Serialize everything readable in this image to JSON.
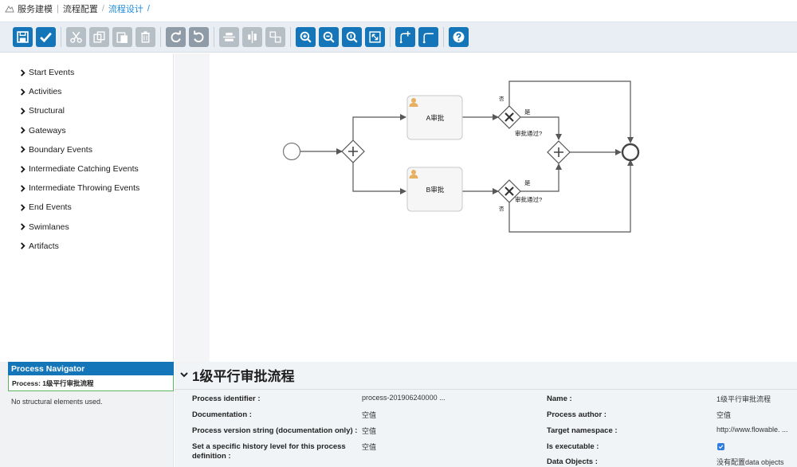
{
  "breadcrumb": {
    "items": [
      "服务建模",
      "流程配置",
      "流程设计"
    ]
  },
  "toolbar": {
    "groups": [
      [
        {
          "icon": "save-icon",
          "state": "primary"
        },
        {
          "icon": "check-icon",
          "state": "primary"
        }
      ],
      [
        {
          "icon": "cut-icon",
          "state": "disabled"
        },
        {
          "icon": "copy-icon",
          "state": "disabled"
        },
        {
          "icon": "paste-icon",
          "state": "disabled"
        },
        {
          "icon": "delete-icon",
          "state": "disabled"
        }
      ],
      [
        {
          "icon": "redo-icon",
          "state": "gray"
        },
        {
          "icon": "undo-icon",
          "state": "gray"
        }
      ],
      [
        {
          "icon": "align-horizontal-icon",
          "state": "disabled"
        },
        {
          "icon": "align-vertical-icon",
          "state": "disabled"
        },
        {
          "icon": "same-size-icon",
          "state": "disabled"
        }
      ],
      [
        {
          "icon": "zoom-in-icon",
          "state": "primary"
        },
        {
          "icon": "zoom-out-icon",
          "state": "primary"
        },
        {
          "icon": "zoom-actual-icon",
          "state": "primary"
        },
        {
          "icon": "zoom-fit-icon",
          "state": "primary"
        }
      ],
      [
        {
          "icon": "bend-add-icon",
          "state": "primary"
        },
        {
          "icon": "bend-remove-icon",
          "state": "primary"
        }
      ],
      [
        {
          "icon": "help-icon",
          "state": "primary"
        }
      ]
    ]
  },
  "palette": {
    "items": [
      "Start Events",
      "Activities",
      "Structural",
      "Gateways",
      "Boundary Events",
      "Intermediate Catching Events",
      "Intermediate Throwing Events",
      "End Events",
      "Swimlanes",
      "Artifacts"
    ]
  },
  "diagram": {
    "task_a": "A审批",
    "task_b": "B审批",
    "gateway_a_label": "审批通过?",
    "gateway_b_label": "审批通过?",
    "yes_label_a": "是",
    "yes_label_b": "是",
    "no_label_a": "否",
    "no_label_b": "否"
  },
  "navigator": {
    "header": "Process Navigator",
    "process": "Process: 1级平行审批流程",
    "empty": "No structural elements used."
  },
  "properties": {
    "title": "1级平行审批流程",
    "left": [
      {
        "label": "Process identifier :",
        "value": "process-201906240000 ..."
      },
      {
        "label": "Documentation :",
        "value": "空值"
      },
      {
        "label": "Process version string (documentation only) :",
        "value": "空值"
      },
      {
        "label": "Set a specific history level for this process definition :",
        "value": "空值"
      }
    ],
    "right": [
      {
        "label": "Name :",
        "value": "1级平行审批流程"
      },
      {
        "label": "Process author :",
        "value": "空值"
      },
      {
        "label": "Target namespace :",
        "value": "http://www.flowable. ..."
      },
      {
        "label": "Is executable :",
        "value": ""
      },
      {
        "label": "Data Objects :",
        "value": "没有配置data objects"
      }
    ],
    "is_executable_checked": true
  },
  "colors": {
    "primary": "#1476b8",
    "link": "#1d8ce0",
    "navigator_border": "#5cb85c"
  }
}
